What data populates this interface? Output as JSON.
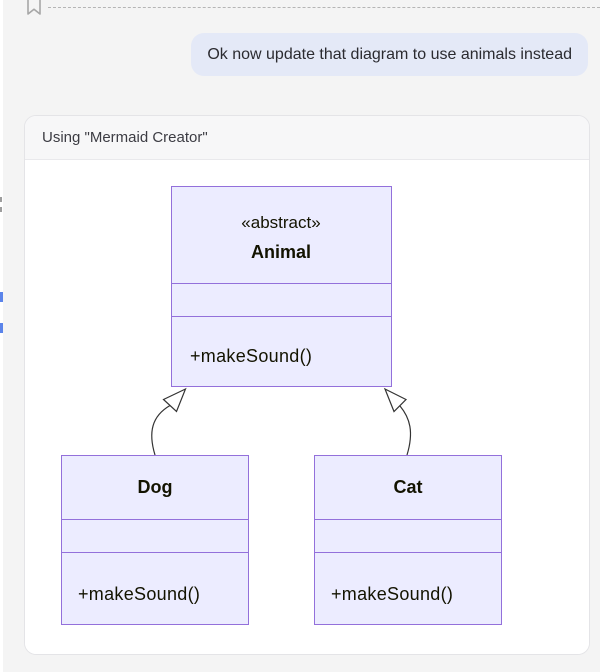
{
  "page": {
    "background": "#f4f4f4"
  },
  "icons": {
    "bookmark": "bookmark-icon"
  },
  "user_message": {
    "text": "Ok now update that diagram to use animals instead",
    "bubble_color": "#e4e9f7"
  },
  "tool_card": {
    "title": "Using \"Mermaid Creator\""
  },
  "diagram": {
    "type": "uml-class-diagram",
    "classes": [
      {
        "stereotype": "«abstract»",
        "name": "Animal",
        "attributes": [],
        "methods": [
          "+makeSound()"
        ]
      },
      {
        "stereotype": "",
        "name": "Dog",
        "attributes": [],
        "methods": [
          "+makeSound()"
        ]
      },
      {
        "stereotype": "",
        "name": "Cat",
        "attributes": [],
        "methods": [
          "+makeSound()"
        ]
      }
    ],
    "relations": [
      {
        "from": "Dog",
        "to": "Animal",
        "type": "inheritance"
      },
      {
        "from": "Cat",
        "to": "Animal",
        "type": "inheritance"
      }
    ],
    "colors": {
      "class_fill": "#ECECFF",
      "class_border": "#9370DB",
      "edge_stroke": "#333333"
    }
  }
}
